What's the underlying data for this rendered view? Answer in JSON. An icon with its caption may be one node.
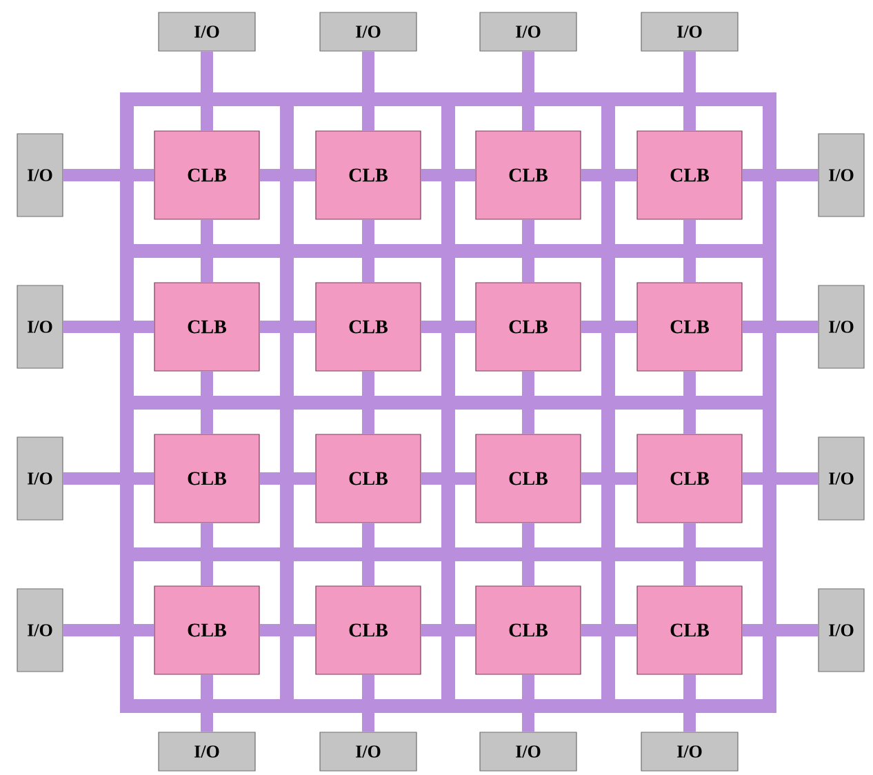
{
  "diagram": {
    "nodes": [
      {
        "text": [
          "I/O"
        ]
      },
      {
        "text": [
          "I/O"
        ]
      },
      {
        "text": [
          "I/O"
        ]
      },
      {
        "text": [
          "I/O"
        ]
      },
      {
        "text": [
          "I/O"
        ]
      },
      {
        "text": [
          "CLB"
        ]
      },
      {
        "text": [
          "CLB"
        ]
      },
      {
        "text": [
          "CLB"
        ]
      },
      {
        "text": [
          "CLB"
        ]
      },
      {
        "text": [
          "I/O"
        ]
      },
      {
        "text": [
          "I/O"
        ]
      },
      {
        "text": [
          "CLB"
        ]
      },
      {
        "text": [
          "CLB"
        ]
      },
      {
        "text": [
          "CLB"
        ]
      },
      {
        "text": [
          "CLB"
        ]
      },
      {
        "text": [
          "I/O"
        ]
      },
      {
        "text": [
          "I/O"
        ]
      },
      {
        "text": [
          "CLB"
        ]
      },
      {
        "text": [
          "CLB"
        ]
      },
      {
        "text": [
          "CLB"
        ]
      },
      {
        "text": [
          "CLB"
        ]
      },
      {
        "text": [
          "I/O"
        ]
      },
      {
        "text": [
          "I/O"
        ]
      },
      {
        "text": [
          "CLB"
        ]
      },
      {
        "text": [
          "CLB"
        ]
      },
      {
        "text": [
          "CLB"
        ]
      },
      {
        "text": [
          "CLB"
        ]
      },
      {
        "text": [
          "I/O"
        ]
      },
      {
        "text": [
          "I/O"
        ]
      },
      {
        "text": [
          "I/O"
        ]
      },
      {
        "text": [
          "I/O"
        ]
      },
      {
        "text": [
          "I/O"
        ]
      }
    ],
    "edges": [
      {
        "from": 4,
        "to": 5,
        "arrow": "none"
      },
      {
        "from": 5,
        "to": 6,
        "arrow": "none"
      },
      {
        "from": 6,
        "to": 7,
        "arrow": "none"
      },
      {
        "from": 7,
        "to": 8,
        "arrow": "none"
      },
      {
        "from": 8,
        "to": 9,
        "arrow": "none"
      },
      {
        "from": 10,
        "to": 11,
        "arrow": "none"
      },
      {
        "from": 11,
        "to": 12,
        "arrow": "none"
      },
      {
        "from": 12,
        "to": 13,
        "arrow": "none"
      },
      {
        "from": 13,
        "to": 14,
        "arrow": "none"
      },
      {
        "from": 14,
        "to": 15,
        "arrow": "none"
      },
      {
        "from": 16,
        "to": 17,
        "arrow": "none"
      },
      {
        "from": 17,
        "to": 18,
        "arrow": "none"
      },
      {
        "from": 18,
        "to": 19,
        "arrow": "none"
      },
      {
        "from": 19,
        "to": 20,
        "arrow": "none"
      },
      {
        "from": 20,
        "to": 21,
        "arrow": "none"
      },
      {
        "from": 22,
        "to": 23,
        "arrow": "none"
      },
      {
        "from": 23,
        "to": 24,
        "arrow": "none"
      },
      {
        "from": 24,
        "to": 25,
        "arrow": "none"
      },
      {
        "from": 25,
        "to": 26,
        "arrow": "none"
      },
      {
        "from": 26,
        "to": 27,
        "arrow": "none"
      },
      {
        "from": 0,
        "to": 5,
        "arrow": "none"
      },
      {
        "from": 5,
        "to": 11,
        "arrow": "none"
      },
      {
        "from": 11,
        "to": 17,
        "arrow": "none"
      },
      {
        "from": 17,
        "to": 23,
        "arrow": "none"
      },
      {
        "from": 23,
        "to": 28,
        "arrow": "none"
      },
      {
        "from": 1,
        "to": 6,
        "arrow": "none"
      },
      {
        "from": 6,
        "to": 12,
        "arrow": "none"
      },
      {
        "from": 12,
        "to": 18,
        "arrow": "none"
      },
      {
        "from": 18,
        "to": 24,
        "arrow": "none"
      },
      {
        "from": 24,
        "to": 29,
        "arrow": "none"
      },
      {
        "from": 2,
        "to": 7,
        "arrow": "none"
      },
      {
        "from": 7,
        "to": 13,
        "arrow": "none"
      },
      {
        "from": 13,
        "to": 19,
        "arrow": "none"
      },
      {
        "from": 19,
        "to": 25,
        "arrow": "none"
      },
      {
        "from": 25,
        "to": 30,
        "arrow": "none"
      },
      {
        "from": 3,
        "to": 8,
        "arrow": "none"
      },
      {
        "from": 8,
        "to": 14,
        "arrow": "none"
      },
      {
        "from": 14,
        "to": 20,
        "arrow": "none"
      },
      {
        "from": 20,
        "to": 26,
        "arrow": "none"
      },
      {
        "from": 26,
        "to": 31,
        "arrow": "none"
      }
    ]
  }
}
